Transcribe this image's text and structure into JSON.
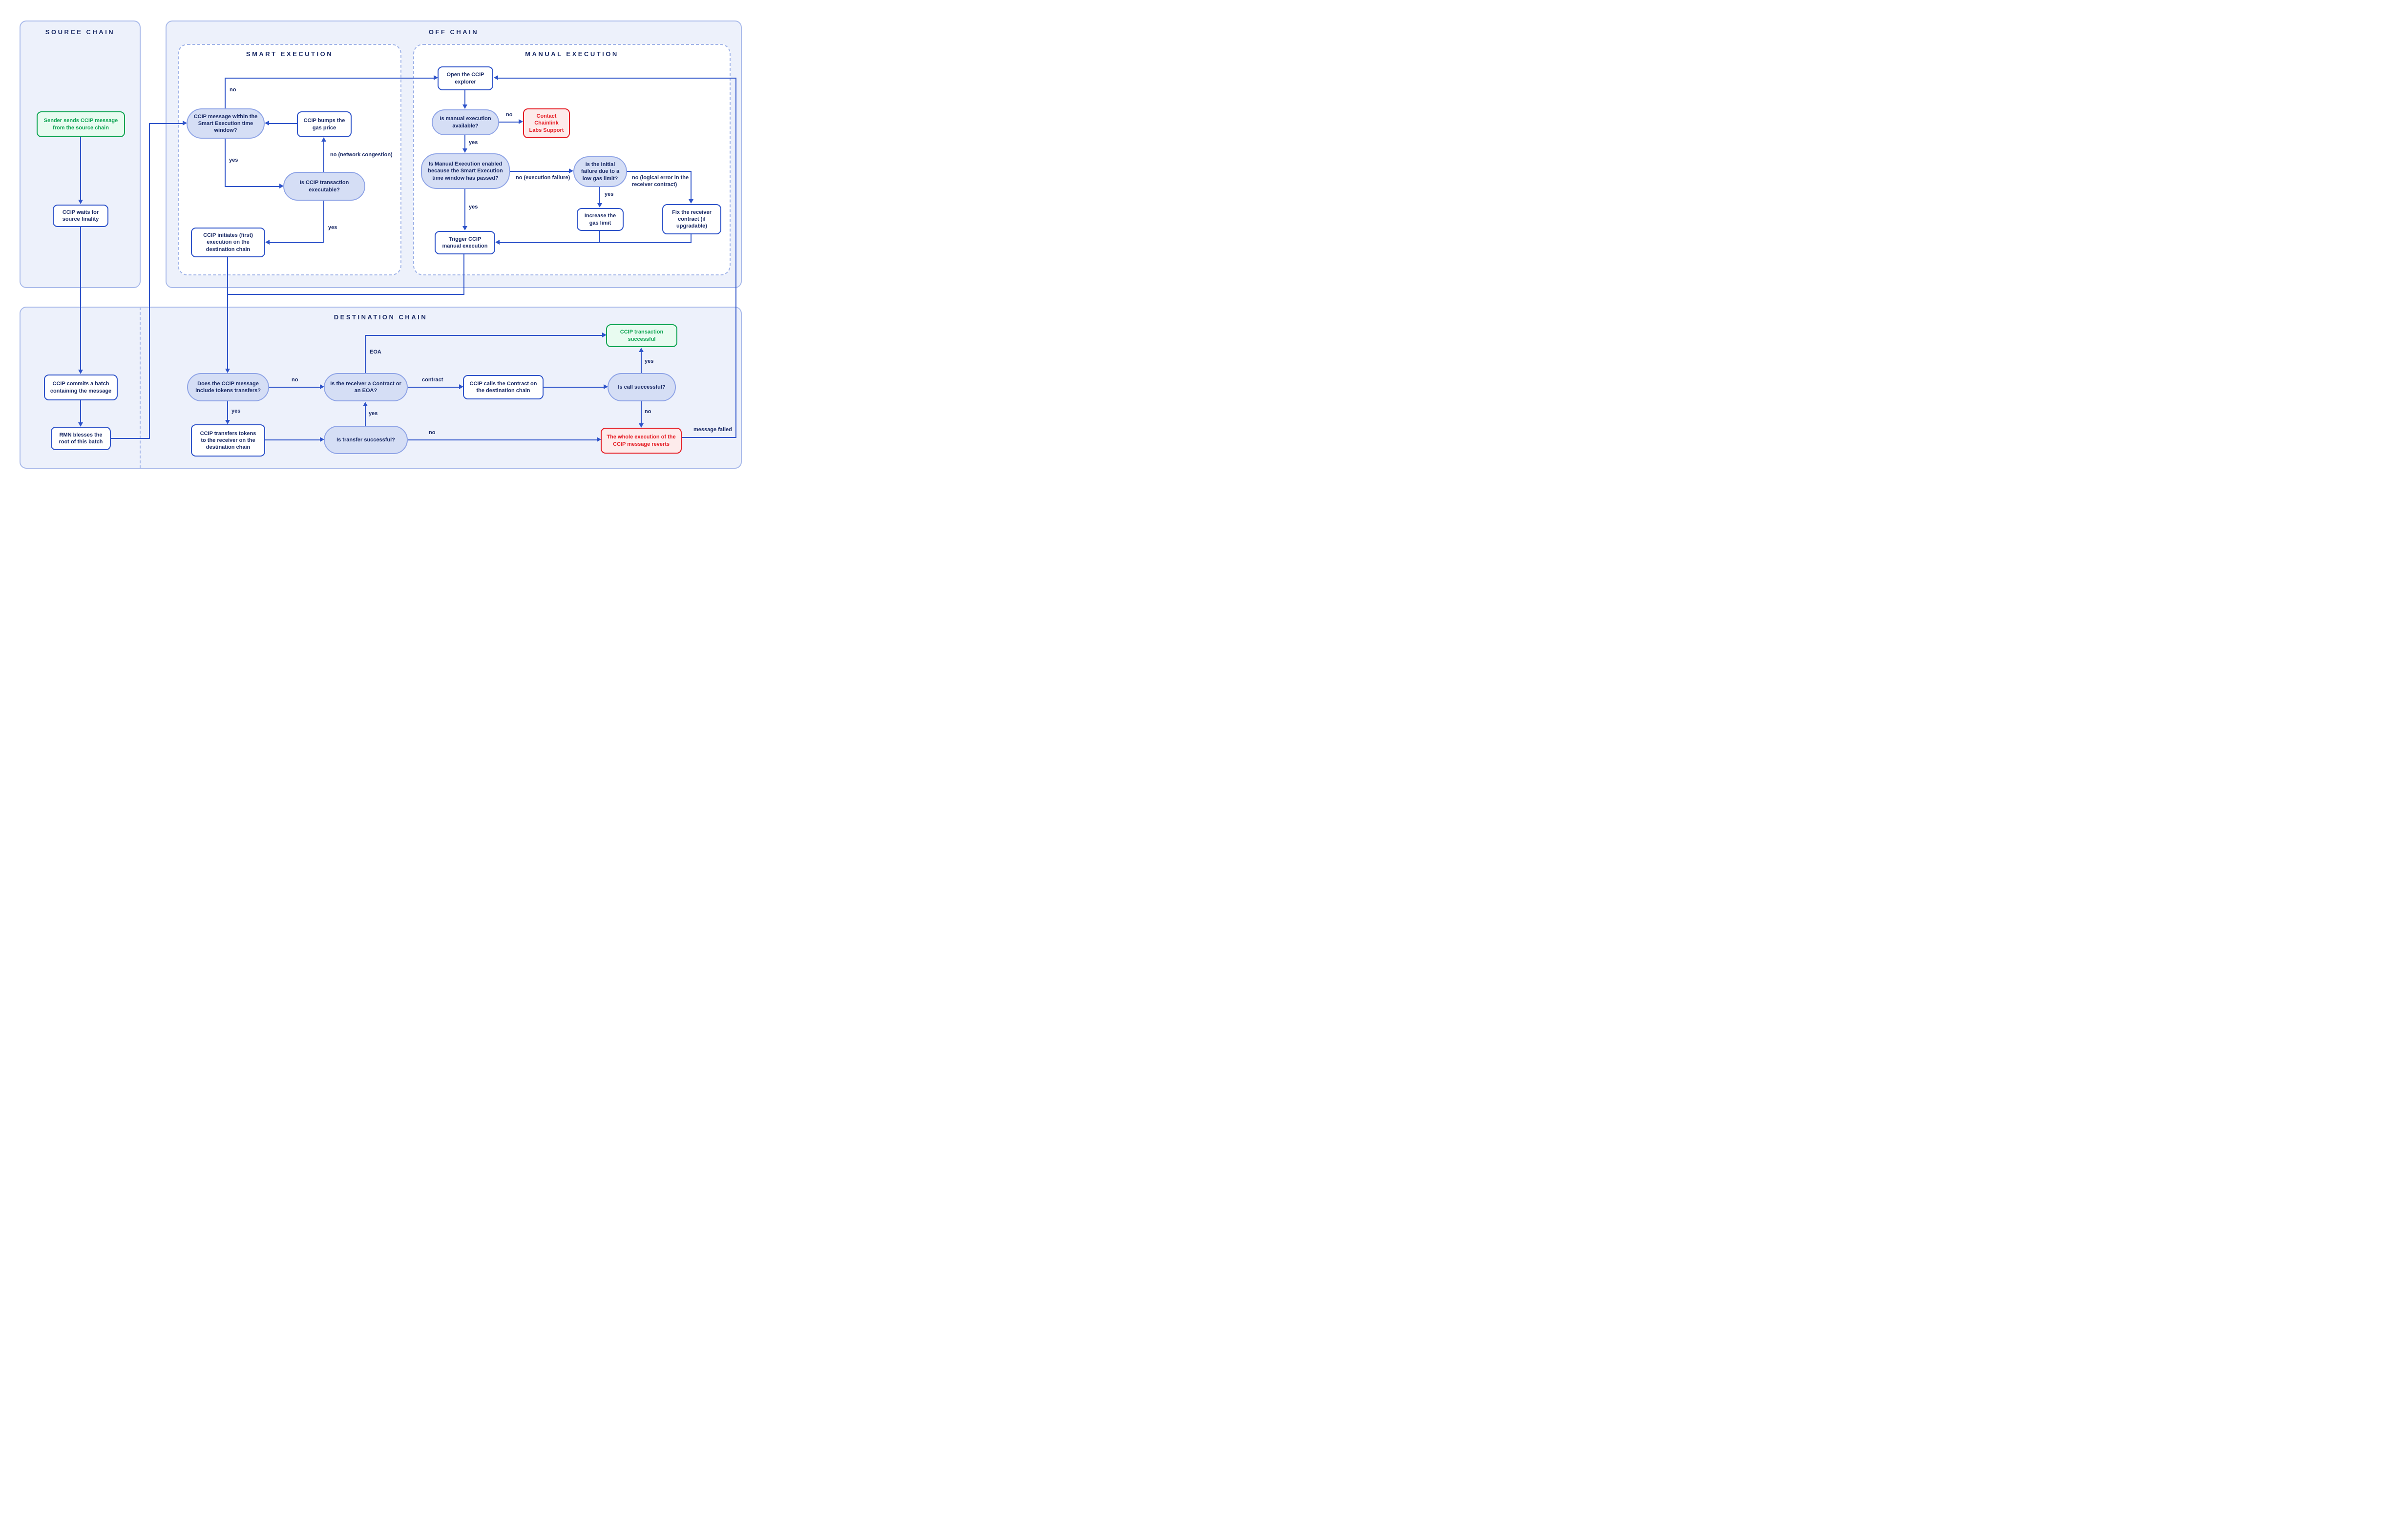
{
  "colors": {
    "navy": "#1b2b66",
    "line": "#2e53c9",
    "box_border": "#2e53c9",
    "oval_fill": "#d5def5",
    "oval_border": "#8fa4e6",
    "panel_fill": "#edf1fb",
    "panel_border": "#a9baea",
    "inner_border": "#9fb3e8",
    "green": "#0ea452",
    "green_fill": "#e8fbf0",
    "red": "#e51d25",
    "red_fill": "#fdebeb"
  },
  "panels": {
    "source_chain": {
      "title": "SOURCE CHAIN"
    },
    "off_chain": {
      "title": "OFF CHAIN"
    },
    "smart_execution": {
      "title": "SMART EXECUTION"
    },
    "manual_execution": {
      "title": "MANUAL EXECUTION"
    },
    "destination_chain": {
      "title": "DESTINATION CHAIN"
    }
  },
  "nodes": {
    "sender": {
      "type": "start",
      "label": "Sender sends CCIP message from the source chain"
    },
    "waits": {
      "type": "process",
      "label": "CCIP waits for source finality"
    },
    "commits": {
      "type": "process",
      "label": "CCIP commits a batch containing the message"
    },
    "rmn": {
      "type": "process",
      "label": "RMN blesses the root of this batch"
    },
    "within_window": {
      "type": "decision",
      "label": "CCIP message within the Smart Execution time window?"
    },
    "bumps": {
      "type": "process",
      "label": "CCIP bumps the gas price"
    },
    "executable": {
      "type": "decision",
      "label": "Is CCIP transaction executable?"
    },
    "initiates": {
      "type": "process",
      "label": "CCIP initiates (first) execution on the destination chain"
    },
    "explorer": {
      "type": "process",
      "label": "Open the CCIP explorer"
    },
    "manual_available": {
      "type": "decision",
      "label": "Is manual execution available?"
    },
    "contact_support": {
      "type": "error",
      "label": "Contact Chainlink Labs Support"
    },
    "manual_enabled": {
      "type": "decision",
      "label": "Is Manual Execution enabled because the Smart Execution time window has passed?"
    },
    "low_gas": {
      "type": "decision",
      "label": "Is the initial failure due to a low gas limit?"
    },
    "increase_gas": {
      "type": "process",
      "label": "Increase the gas limit"
    },
    "fix_receiver": {
      "type": "process",
      "label": "Fix the receiver contract (if upgradable)"
    },
    "trigger_manual": {
      "type": "process",
      "label": "Trigger CCIP manual execution"
    },
    "include_tokens": {
      "type": "decision",
      "label": "Does the CCIP message include tokens transfers?"
    },
    "receiver_type": {
      "type": "decision",
      "label": "Is the receiver a Contract or an EOA?"
    },
    "calls_contract": {
      "type": "process",
      "label": "CCIP calls the Contract on the destination chain"
    },
    "call_successful": {
      "type": "decision",
      "label": "Is call successful?"
    },
    "tx_successful": {
      "type": "success",
      "label": "CCIP transaction successful"
    },
    "transfers_tokens": {
      "type": "process",
      "label": "CCIP transfers tokens to the receiver on the destination chain"
    },
    "transfer_successful": {
      "type": "decision",
      "label": "Is transfer successful?"
    },
    "reverts": {
      "type": "error",
      "label": "The whole execution of the CCIP message reverts"
    }
  },
  "edge_labels": {
    "no_window": "no",
    "yes_window": "yes",
    "no_congestion": "no (network congestion)",
    "yes_executable": "yes",
    "no_manual": "no",
    "yes_manual": "yes",
    "no_exec_failure": "no (execution failure)",
    "yes_enabled": "yes",
    "yes_low_gas": "yes",
    "no_logical_error": "no (logical error in the receiver contract)",
    "no_tokens": "no",
    "yes_tokens": "yes",
    "eoa": "EOA",
    "contract": "contract",
    "yes_call": "yes",
    "no_call": "no",
    "yes_transfer": "yes",
    "no_transfer": "no",
    "message_failed": "message failed"
  }
}
